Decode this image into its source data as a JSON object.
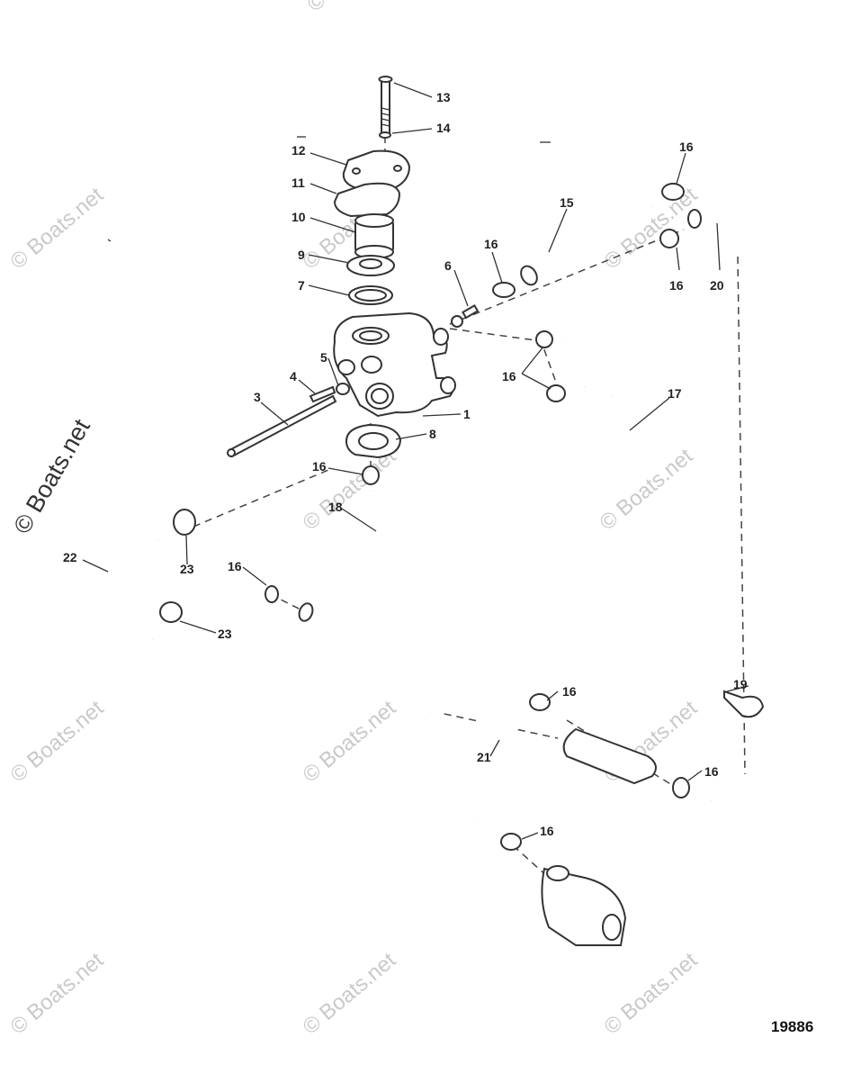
{
  "watermark": {
    "text": "© Boats.net"
  },
  "figure_number": "19886",
  "callouts": [
    {
      "id": "c-13",
      "label": "13"
    },
    {
      "id": "c-14",
      "label": "14"
    },
    {
      "id": "c-12",
      "label": "12"
    },
    {
      "id": "c-11",
      "label": "11"
    },
    {
      "id": "c-10",
      "label": "10"
    },
    {
      "id": "c-9",
      "label": "9"
    },
    {
      "id": "c-7",
      "label": "7"
    },
    {
      "id": "c-6",
      "label": "6"
    },
    {
      "id": "c-5",
      "label": "5"
    },
    {
      "id": "c-4",
      "label": "4"
    },
    {
      "id": "c-3",
      "label": "3"
    },
    {
      "id": "c-1",
      "label": "1"
    },
    {
      "id": "c-8",
      "label": "8"
    },
    {
      "id": "c-15",
      "label": "15"
    },
    {
      "id": "c-16a",
      "label": "16"
    },
    {
      "id": "c-16b",
      "label": "16"
    },
    {
      "id": "c-16c",
      "label": "16"
    },
    {
      "id": "c-20",
      "label": "20"
    },
    {
      "id": "c-16d",
      "label": "16"
    },
    {
      "id": "c-17",
      "label": "17"
    },
    {
      "id": "c-16e",
      "label": "16"
    },
    {
      "id": "c-18",
      "label": "18"
    },
    {
      "id": "c-22",
      "label": "22"
    },
    {
      "id": "c-23a",
      "label": "23"
    },
    {
      "id": "c-16f",
      "label": "16"
    },
    {
      "id": "c-23b",
      "label": "23"
    },
    {
      "id": "c-19",
      "label": "19"
    },
    {
      "id": "c-16g",
      "label": "16"
    },
    {
      "id": "c-21",
      "label": "21"
    },
    {
      "id": "c-16h",
      "label": "16"
    },
    {
      "id": "c-16i",
      "label": "16"
    }
  ]
}
